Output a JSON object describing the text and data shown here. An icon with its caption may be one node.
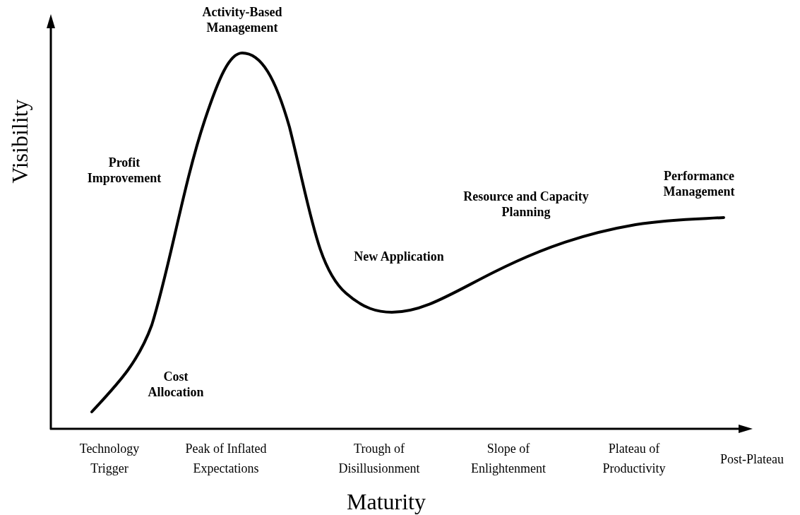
{
  "diagram": {
    "labels": [
      "Activity-Based Management",
      "Profit Improvement",
      "Cost Allocation",
      "New Application",
      "Resource and Capacity Planning",
      "Performance Management",
      "Technology Trigger",
      "Peak of Inflated Expectations",
      "Trough of Disillusionment",
      "Slope of Enlightenment",
      "Plateau of Productivity",
      "Post-Plateau",
      "Visibility",
      "Maturity"
    ]
  }
}
